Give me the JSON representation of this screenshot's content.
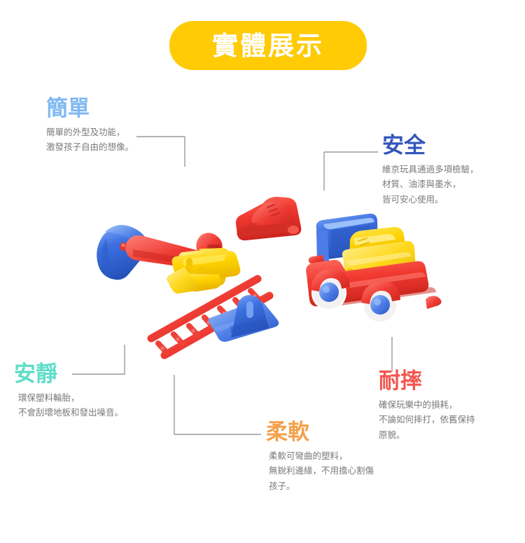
{
  "banner": {
    "title": "實體展示",
    "bg_color": "#FFCB05",
    "text_color": "#FFFFFF"
  },
  "features": [
    {
      "id": "simple",
      "title": "簡單",
      "color": "#7FB9F2",
      "lines": [
        "簡單的外型及功能，",
        "激發孩子自由的想像。"
      ]
    },
    {
      "id": "safe",
      "title": "安全",
      "color": "#3355BB",
      "lines": [
        "維京玩具通過多項檢驗，",
        "材質、油漆與墨水，",
        "皆可安心使用。"
      ]
    },
    {
      "id": "quiet",
      "title": "安靜",
      "color": "#5FDDC8",
      "lines": [
        "環保塑料輪胎，",
        "不會刮壞地板和發出噪音。"
      ]
    },
    {
      "id": "soft",
      "title": "柔軟",
      "color": "#F5A04A",
      "lines": [
        "柔軟可彎曲的塑料，",
        "無銳利邊緣，不用擔心割傷",
        "孩子。"
      ]
    },
    {
      "id": "durable",
      "title": "耐摔",
      "color": "#F2564F",
      "lines": [
        "確保玩樂中的損耗，",
        "不論如何摔打，依舊保持",
        "原貌。"
      ]
    }
  ],
  "illustration": {
    "description": "彩色塑料玩具車零件與組裝完成的傾卸卡車",
    "palette": {
      "red": "#EE3B33",
      "blue": "#3C6FE0",
      "yellow": "#FFD400",
      "light_blue": "#6FA8F5",
      "white": "#FFFFFF"
    },
    "items": [
      "挖土機鏟斗",
      "紅色吊臂",
      "黃色底座",
      "紅色駕駛艙",
      "紅色梯子",
      "藍色楔形底座",
      "組裝傾卸卡車"
    ]
  },
  "connector_color": "#9a9a9a"
}
